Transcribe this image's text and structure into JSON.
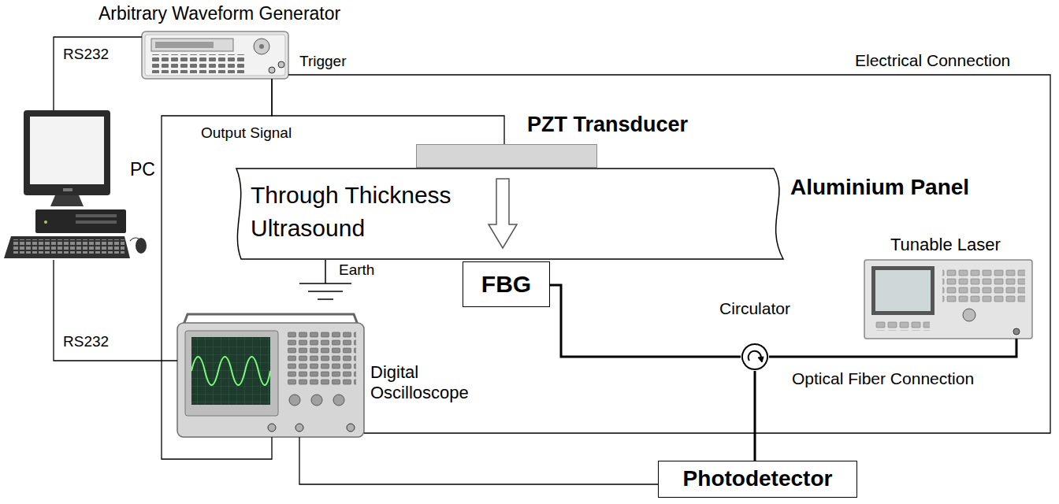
{
  "diagram": {
    "nodes": [
      {
        "text": [
          "Arbitrary Waveform Generator"
        ]
      },
      {
        "text": [
          "PZT Transducer"
        ]
      },
      {
        "text": [
          "PC"
        ]
      },
      {
        "text": [
          "Through Thickness Ultrasound",
          "Aluminium Panel"
        ]
      },
      {
        "text": [
          "Tunable Laser"
        ]
      },
      {
        "text": [
          "FBG"
        ]
      },
      {
        "text": [
          "Circulator"
        ]
      },
      {
        "text": [
          "Digital Oscilloscope"
        ]
      },
      {
        "text": [
          "Photodetector"
        ]
      }
    ],
    "edges": [
      {
        "from": 2,
        "to": 0,
        "arrow": "none"
      },
      {
        "from": 2,
        "to": 7,
        "arrow": "none"
      },
      {
        "from": 0,
        "to": 1,
        "arrow": "none"
      },
      {
        "from": 0,
        "to": 7,
        "arrow": "none"
      },
      {
        "from": 0,
        "to": 7,
        "arrow": "none"
      },
      {
        "from": 7,
        "to": 8,
        "arrow": "none"
      },
      {
        "from": 5,
        "to": 6,
        "arrow": "none"
      },
      {
        "from": 6,
        "to": 4,
        "arrow": "none"
      },
      {
        "from": 6,
        "to": 8,
        "arrow": "none"
      }
    ],
    "labels": [
      "RS232",
      "Trigger",
      "Electrical Connection",
      "Output Signal",
      "Earth",
      "RS232",
      "Optical Fiber Connection"
    ]
  }
}
